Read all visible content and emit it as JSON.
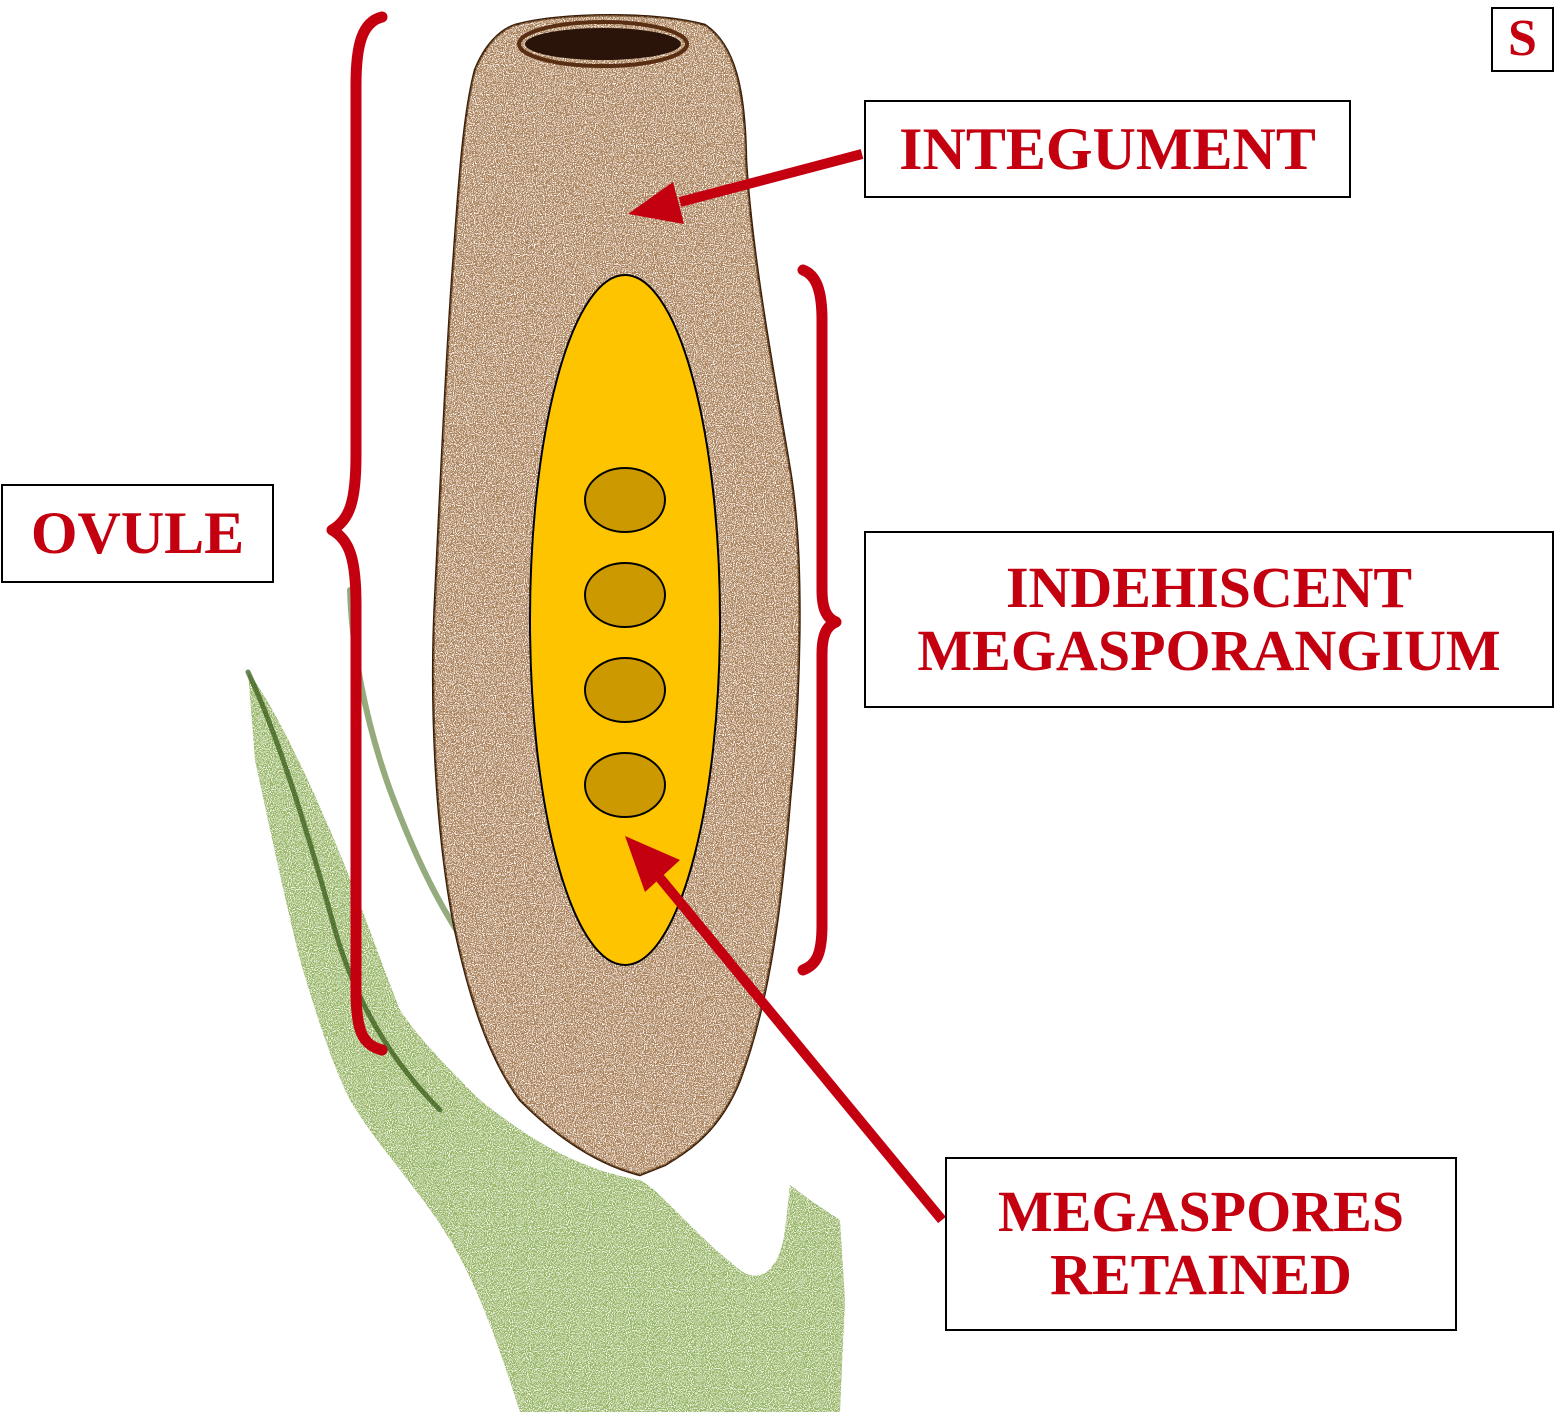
{
  "corner_badge": "S",
  "labels": {
    "integument": "INTEGUMENT",
    "ovule": "OVULE",
    "megasporangium_line1": "INDEHISCENT",
    "megasporangium_line2": "MEGASPORANGIUM",
    "megaspores_line1": "MEGASPORES",
    "megaspores_line2": "RETAINED"
  },
  "colors": {
    "label_text": "#c40010",
    "arrow": "#c40010",
    "bracket": "#c40010",
    "megasporangium_fill": "#ffc400",
    "megaspore_fill": "#cc9900",
    "integument_base": "#fdf6f2",
    "integument_stipple": "#5a2e12",
    "stem_fill": "#f4f7ec",
    "stem_stipple": "#3e6614"
  },
  "megaspore_count": 4
}
